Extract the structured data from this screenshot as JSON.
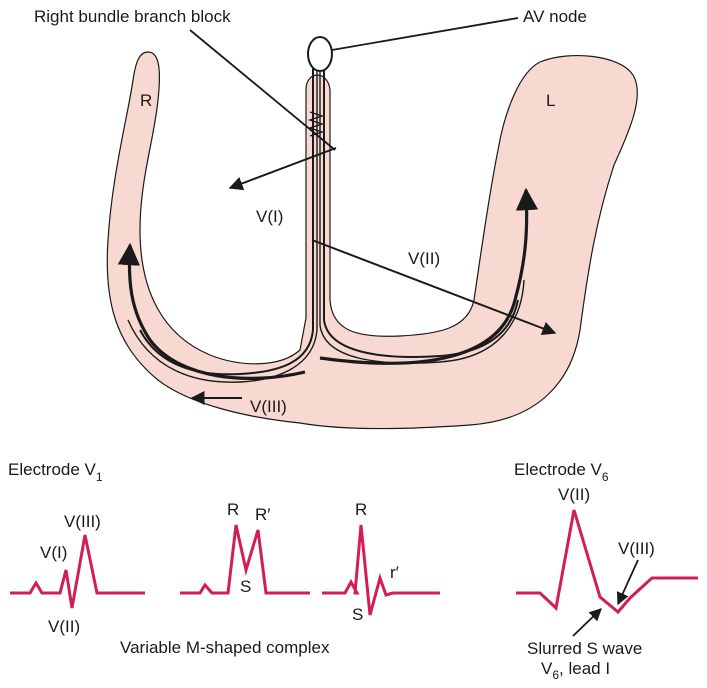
{
  "labels": {
    "rbbb": "Right bundle branch block",
    "av_node": "AV node",
    "right_ventricle": "R",
    "left_ventricle": "L",
    "vector_1": "V(I)",
    "vector_2": "V(II)",
    "vector_3": "V(III)"
  },
  "electrode_v1": {
    "title": "Electrode V",
    "title_sub": "1",
    "complex1": {
      "v3": "V(III)",
      "v1": "V(I)",
      "v2": "V(II)"
    },
    "complex2": {
      "r": "R",
      "r_prime": "R′",
      "s": "S"
    },
    "complex3": {
      "r": "R",
      "r_prime": "r′",
      "s": "S"
    },
    "caption": "Variable M-shaped complex"
  },
  "electrode_v6": {
    "title": "Electrode V",
    "title_sub": "6",
    "peak": "V(II)",
    "notch": "V(III)",
    "caption_line1": "Slurred S wave",
    "caption_line2_pre": "V",
    "caption_line2_sub": "6",
    "caption_line2_post": ", lead I"
  },
  "colors": {
    "tissue_fill": "#f7d9d2",
    "outline": "#1a1a1a",
    "trace": "#d11f55"
  }
}
